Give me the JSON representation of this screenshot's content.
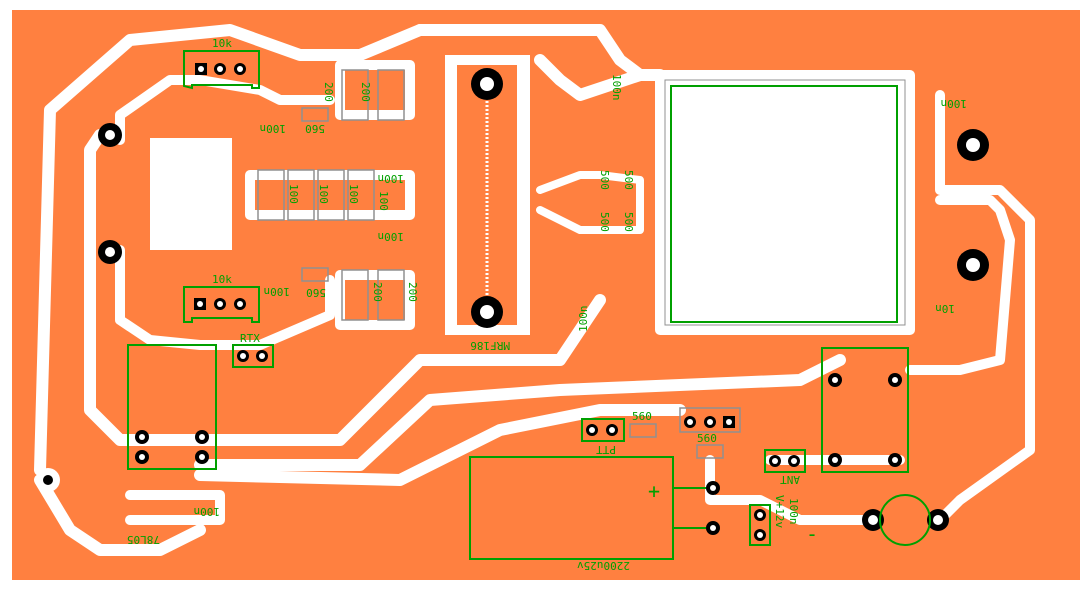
{
  "board": {
    "copper_color": "#FF8040",
    "clearance_color": "#FFFFFF",
    "silkscreen_color": "#00A000",
    "outline_color": "#909090"
  },
  "labels": {
    "trim_top": "10k",
    "trim_bottom": "10k",
    "c_top_left": "100n",
    "r_top_left": "560",
    "r_top_200a": "200",
    "r_top_200b": "200",
    "r_100a": "100",
    "r_100b": "100",
    "r_100c": "100",
    "r_100d": "100",
    "c_mid_top": "100n",
    "c_mid_bot": "100n",
    "c_bot_left": "100n",
    "r_bot_left": "560",
    "r_bot_200a": "200",
    "r_bot_200b": "200",
    "transistor": "MRF186",
    "c_drain_top": "100n",
    "c_drain_bot": "100n",
    "c_500a": "500",
    "c_500b": "500",
    "c_500c": "500",
    "c_500d": "500",
    "c_out_top": "100n",
    "c_out_bot": "10n",
    "rtx": "RTX",
    "ptt": "PTT",
    "ant": "ANT",
    "r_ptt": "560",
    "r_relay": "560",
    "reg": "78L05",
    "c_reg": "100n",
    "electrolytic": "2200u25v",
    "plus": "+",
    "minus": "-",
    "power": "V+12v",
    "c_power": "100n"
  }
}
